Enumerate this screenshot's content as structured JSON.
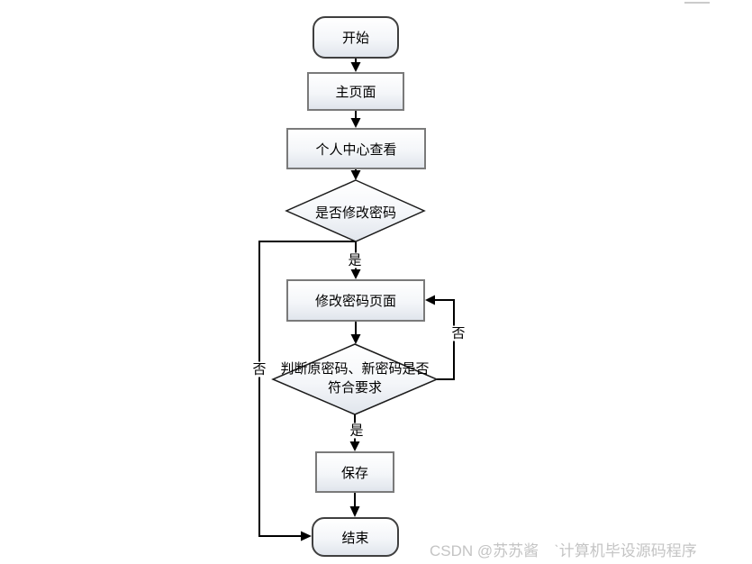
{
  "flowchart": {
    "title_semantic": "password-change-flow",
    "nodes": [
      {
        "id": "start",
        "type": "terminator",
        "label": "开始"
      },
      {
        "id": "main-page",
        "type": "process",
        "label": "主页面"
      },
      {
        "id": "personal-center",
        "type": "process",
        "label": "个人中心查看"
      },
      {
        "id": "decision-modify",
        "type": "decision",
        "label": "是否修改密码"
      },
      {
        "id": "modify-password-page",
        "type": "process",
        "label": "修改密码页面"
      },
      {
        "id": "decision-valid",
        "type": "decision",
        "label": "判断原密码、新密码是否符合要求",
        "lines": [
          "判断原密码、新密码是否",
          "符合要求"
        ]
      },
      {
        "id": "save",
        "type": "process",
        "label": "保存"
      },
      {
        "id": "end",
        "type": "terminator",
        "label": "结束"
      }
    ],
    "edges": [
      {
        "from": "start",
        "to": "main-page",
        "label": ""
      },
      {
        "from": "main-page",
        "to": "personal-center",
        "label": ""
      },
      {
        "from": "personal-center",
        "to": "decision-modify",
        "label": ""
      },
      {
        "from": "decision-modify",
        "to": "modify-password-page",
        "label": "是"
      },
      {
        "from": "decision-modify",
        "to": "end",
        "label": "否"
      },
      {
        "from": "modify-password-page",
        "to": "decision-valid",
        "label": ""
      },
      {
        "from": "decision-valid",
        "to": "modify-password-page",
        "label": "否"
      },
      {
        "from": "decision-valid",
        "to": "save",
        "label": "是"
      },
      {
        "from": "save",
        "to": "end",
        "label": ""
      }
    ],
    "colors": {
      "line": "#000000",
      "process_border": "#7a7a7a",
      "terminator_border": "#3f3f3f",
      "diamond_border": "#1c1c1c",
      "shape_fill_top": "#ffffff",
      "shape_fill_bottom": "#e0e5ec",
      "watermark": "#c4c4c4"
    }
  },
  "watermark": {
    "text": "CSDN @苏苏酱　ˋ计算机毕设源码程序"
  }
}
